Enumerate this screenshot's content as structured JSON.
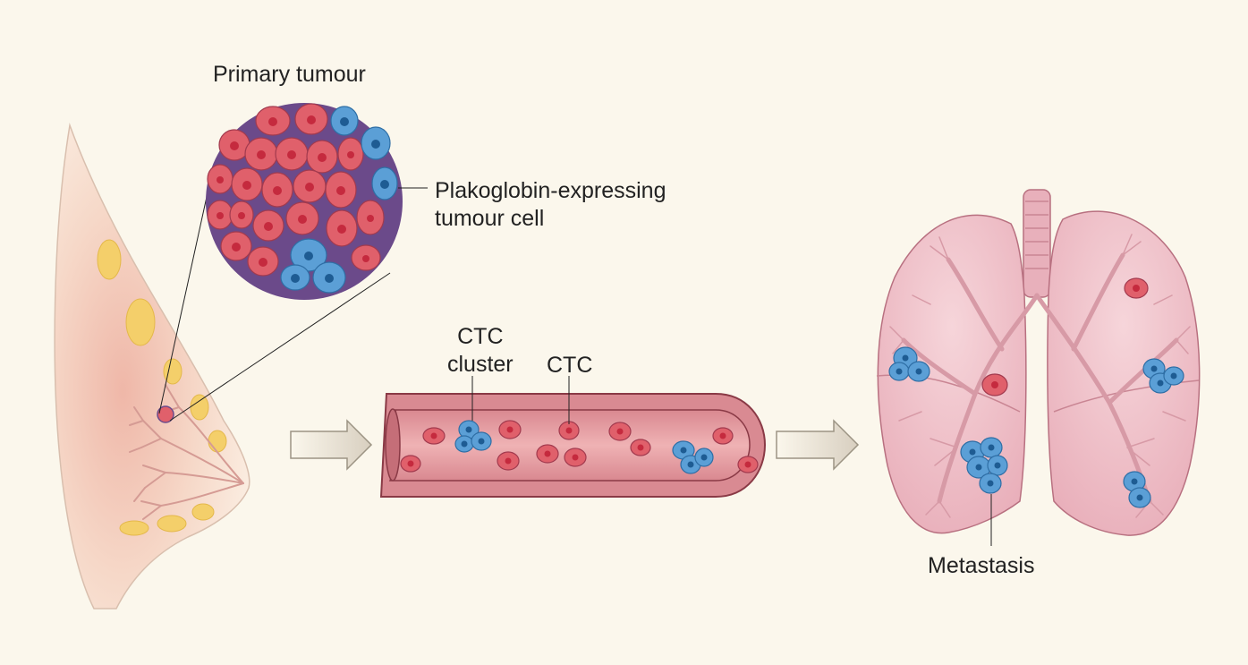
{
  "labels": {
    "primary_tumour": "Primary tumour",
    "plakoglobin_line1": "Plakoglobin-expressing",
    "plakoglobin_line2": "tumour cell",
    "ctc_cluster_line1": "CTC",
    "ctc_cluster_line2": "cluster",
    "ctc": "CTC",
    "metastasis": "Metastasis"
  },
  "colors": {
    "background": "#fbf7ec",
    "red_cell": "#e0606b",
    "blue_cell": "#5b9fd6",
    "vessel": "#c96a78",
    "lung": "#ecb8c2",
    "arrow": "#cfc6b6"
  }
}
